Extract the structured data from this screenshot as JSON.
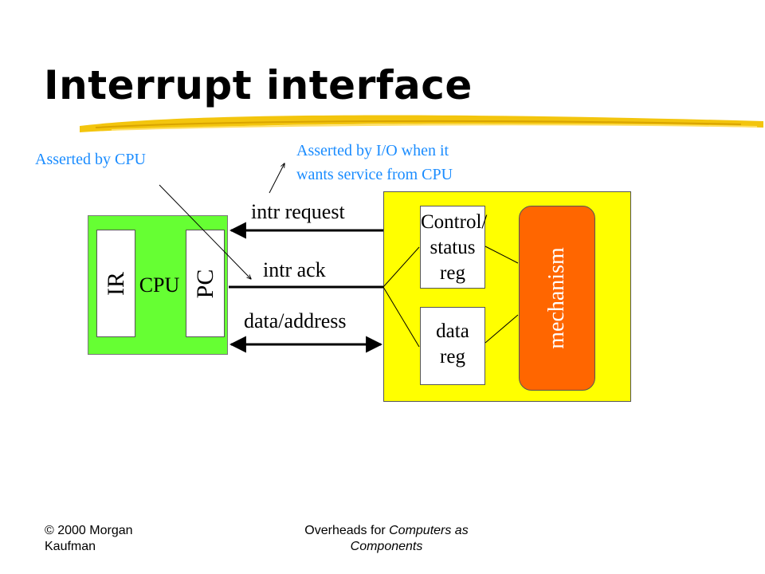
{
  "slide": {
    "title": "Interrupt interface",
    "notes": {
      "cpu_note": "Asserted by CPU",
      "io_note_line1": "Asserted by I/O when it",
      "io_note_line2": "wants service from CPU"
    },
    "signals": {
      "intr_request": "intr request",
      "intr_ack": "intr ack",
      "data_address": "data/address"
    },
    "cpu": {
      "label": "CPU",
      "ir": "IR",
      "pc": "PC",
      "color": "#66ff33"
    },
    "io_device": {
      "color": "#ffff00",
      "control_status_reg": "Control/\nstatus\nreg",
      "data_reg": "data\nreg",
      "mechanism": "mechanism",
      "mechanism_color": "#ff6600"
    },
    "footer": {
      "left": "© 2000 Morgan Kaufman",
      "center_prefix": "Overheads for ",
      "center_italic": "Computers as Components"
    },
    "colors": {
      "note_text": "#1a8cff",
      "title_underline": "#f2c200"
    }
  }
}
